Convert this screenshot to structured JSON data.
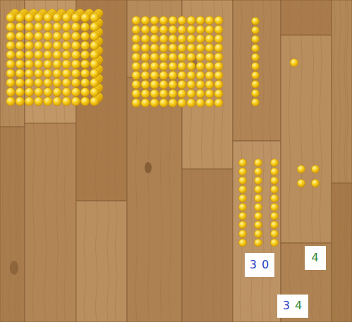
{
  "diagram": {
    "nodes": [
      {
        "text": [
          "3 0"
        ]
      },
      {
        "text": [
          "4"
        ]
      },
      {
        "text": [
          "3 4"
        ]
      }
    ]
  }
}
